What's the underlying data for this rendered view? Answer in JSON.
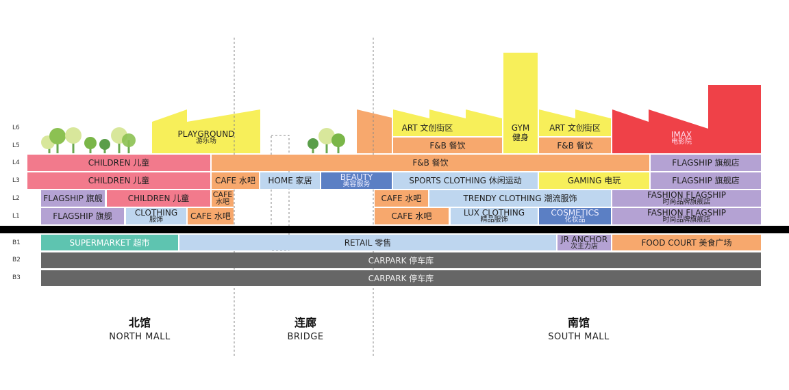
{
  "levels": [
    "L6",
    "L5",
    "L4",
    "L3",
    "L2",
    "L1",
    "B1",
    "B2",
    "B3"
  ],
  "roof": {
    "playground": [
      "PLAYGROUND",
      "游乐场"
    ],
    "art1": "ART 文创街区",
    "fb1": "F&B 餐饮",
    "gym": [
      "GYM",
      "健身"
    ],
    "art2": "ART 文创街区",
    "fb2": "F&B 餐饮",
    "imax": [
      "IMAX",
      "电影院"
    ]
  },
  "l4": {
    "children": "CHILDREN 儿童",
    "fb": "F&B 餐饮",
    "flagship": "FLAGSHIP 旗舰店"
  },
  "l3": {
    "children": "CHILDREN 儿童",
    "cafe": "CAFE 水吧",
    "home": "HOME 家居",
    "beauty": [
      "BEAUTY",
      "美容服务"
    ],
    "sports": "SPORTS CLOTHING 休闲运动",
    "gaming": "GAMING 电玩",
    "flagship": "FLAGSHIP 旗舰店"
  },
  "l2": {
    "flagship": "FLAGSHIP 旗舰",
    "children": "CHILDREN 儿童",
    "cafe_n": [
      "CAFE",
      "水吧"
    ],
    "cafe_s": "CAFE 水吧",
    "trendy": "TRENDY CLOTHING 潮流服饰",
    "fashion": [
      "FASHION FLAGSHIP",
      "时尚品牌旗舰店"
    ]
  },
  "l1": {
    "flagship": "FLAGSHIP 旗舰",
    "clothing": [
      "CLOTHING",
      "服饰"
    ],
    "cafe_n": "CAFE 水吧",
    "cafe_s": "CAFE 水吧",
    "lux": [
      "LUX CLOTHING",
      "精品服饰"
    ],
    "cosmetics": [
      "COSMETICS",
      "化妆品"
    ],
    "fashion": [
      "FASHION FLAGSHIP",
      "时尚品牌旗舰店"
    ]
  },
  "b1": {
    "supermarket": "SUPERMARKET 超市",
    "retail": "RETAIL 零售",
    "jr": [
      "JR ANCHOR",
      "次主力店"
    ],
    "food": "FOOD COURT 美食广场"
  },
  "b2": "CARPARK 停车库",
  "b3": "CARPARK 停车库",
  "zones": [
    {
      "cn": "北馆",
      "en": "NORTH MALL"
    },
    {
      "cn": "连廊",
      "en": "BRIDGE"
    },
    {
      "cn": "南馆",
      "en": "SOUTH MALL"
    }
  ]
}
